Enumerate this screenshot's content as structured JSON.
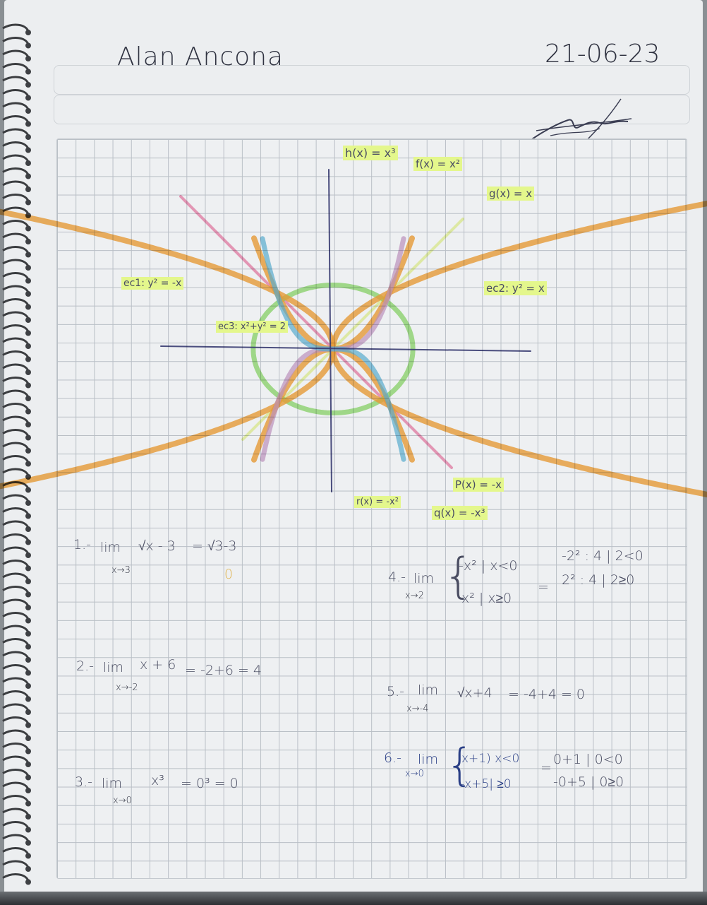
{
  "header": {
    "name": "Alan Ancona",
    "date": "21-06-23"
  },
  "graph": {
    "labels": {
      "h": "h(x) = x³",
      "f": "f(x) = x²",
      "g": "g(x) = x",
      "ec1": "ec1: y² = -x",
      "ec2": "ec2: y² = x",
      "ec3": "ec3: x²+y² = 2",
      "p": "P(x) = -x",
      "r": "r(x) = -x²",
      "q": "q(x) = -x³"
    },
    "colors": {
      "orange": "#f6a43a",
      "green": "#8fdc6a",
      "pink": "#ef7fa8",
      "blue": "#5fb6d9",
      "purple": "#c99ac6",
      "lime": "#e6f48a",
      "axis": "#3c3f78"
    }
  },
  "exercises": {
    "e1": {
      "num": "1.-",
      "lim": "lim",
      "sub": "x→3",
      "expr": "√x - 3",
      "eq": "= √3-3",
      "result": "0"
    },
    "e2": {
      "num": "2.-",
      "lim": "lim",
      "sub": "x→-2",
      "expr": "x + 6",
      "eq": "= -2+6 = 4"
    },
    "e3": {
      "num": "3.-",
      "lim": "lim",
      "sub": "x→0",
      "expr": "x³",
      "eq": "= 0³ = 0"
    },
    "e4": {
      "num": "4.-",
      "lim": "lim",
      "sub": "x→2",
      "case1": "-x² | x<0",
      "case2": "x² | x≥0",
      "eq": "=",
      "r1": "-2² : 4 | 2<0",
      "r2": "2² : 4 | 2≥0"
    },
    "e5": {
      "num": "5.-",
      "lim": "lim",
      "sub": "x→-4",
      "expr": "√x+4",
      "eq": "= -4+4 = 0"
    },
    "e6": {
      "num": "6.-",
      "lim": "lim",
      "sub": "x→0",
      "case1": "x+1) x<0",
      "case2": "-x+5| ≥0",
      "eq": "=",
      "r1": "0+1 | 0<0",
      "r2": "-0+5 | 0≥0"
    }
  }
}
